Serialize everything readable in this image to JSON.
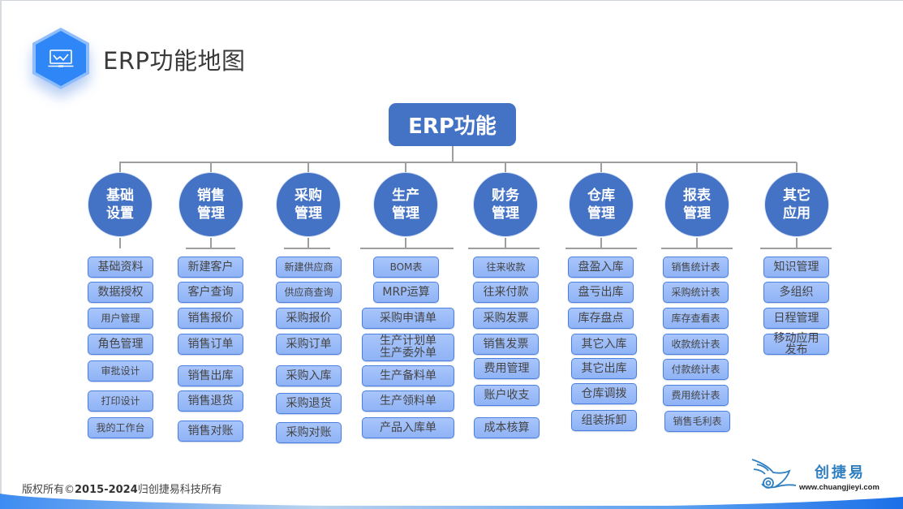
{
  "header": {
    "title": "ERP功能地图",
    "icon": "laptop-chart-icon"
  },
  "root": {
    "label": "ERP功能"
  },
  "categories": [
    {
      "line1": "基础",
      "line2": "设置",
      "items": [
        "基础资料",
        "数据授权",
        "用户管理",
        "角色管理",
        "审批设计",
        "打印设计",
        "我的工作台"
      ]
    },
    {
      "line1": "销售",
      "line2": "管理",
      "items": [
        "新建客户",
        "客户查询",
        "销售报价",
        "销售订单",
        "销售出库",
        "销售退货",
        "销售对账"
      ]
    },
    {
      "line1": "采购",
      "line2": "管理",
      "items": [
        "新建供应商",
        "供应商查询",
        "采购报价",
        "采购订单",
        "采购入库",
        "采购退货",
        "采购对账"
      ]
    },
    {
      "line1": "生产",
      "line2": "管理",
      "items": [
        "BOM表",
        "MRP运算",
        "采购申请单",
        "生产计划单",
        "生产委外单",
        "生产备料单",
        "生产领料单",
        "产品入库单"
      ]
    },
    {
      "line1": "财务",
      "line2": "管理",
      "items": [
        "往来收款",
        "往来付款",
        "采购发票",
        "销售发票",
        "费用管理",
        "账户收支",
        "成本核算"
      ]
    },
    {
      "line1": "仓库",
      "line2": "管理",
      "items": [
        "盘盈入库",
        "盘亏出库",
        "库存盘点",
        "其它入库",
        "其它出库",
        "仓库调拨",
        "组装拆卸"
      ]
    },
    {
      "line1": "报表",
      "line2": "管理",
      "items": [
        "销售统计表",
        "采购统计表",
        "库存查看表",
        "收款统计表",
        "付款统计表",
        "费用统计表",
        "销售毛利表"
      ]
    },
    {
      "line1": "其它",
      "line2": "应用",
      "items": [
        "知识管理",
        "多组织",
        "日程管理",
        "移动应用",
        "发布"
      ]
    }
  ],
  "footer": {
    "copyright_prefix": "版权所有©",
    "copyright_years": "2015-2024",
    "copyright_suffix": "归创捷易科技所有",
    "logo_name": "创捷易",
    "logo_url": "www.chuangjieyi.com"
  },
  "colors": {
    "primary": "#4472c4",
    "accent": "#2f86f6",
    "item_fill": "#9dbcf9",
    "item_border": "#4a7fe0"
  }
}
